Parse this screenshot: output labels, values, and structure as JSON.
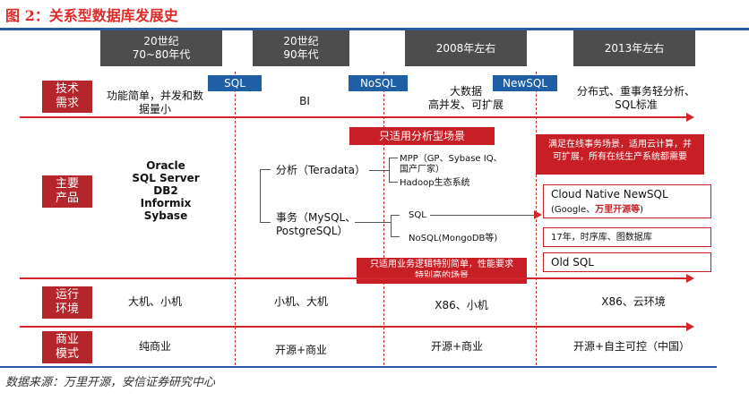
{
  "title": "图 2：关系型数据库发展史",
  "source": "数据来源：万里开源，安信证券研究中心",
  "eras": [
    {
      "line1": "20世纪",
      "line2": "70~80年代"
    },
    {
      "line1": "20世纪",
      "line2": "90年代"
    },
    {
      "line1": "2008年左右",
      "line2": ""
    },
    {
      "line1": "2013年左右",
      "line2": ""
    }
  ],
  "db_tags": [
    "SQL",
    "NoSQL",
    "NewSQL"
  ],
  "rows": {
    "tech": {
      "label": "技术\n需求",
      "cells": [
        "功能简单，并发和数\n据量小",
        "BI",
        "大数据\n高并发、可扩展",
        "分布式、重事务轻分析、\nSQL标准"
      ]
    },
    "products": {
      "label": "主要\n产品",
      "era1": "Oracle\nSQL Server\nDB2\nInformix\nSybase",
      "analysis": "分析（Teradata）",
      "transaction": "事务（MySQL、\nPostgreSQL）",
      "mpp": "MPP（GP、Sybase IQ、\n国产厂家）",
      "hadoop": "Hadoop生态系统",
      "sql": "SQL",
      "nosql": "NoSQL(MongoDB等)",
      "callout_analysis": "只适用分析型场景",
      "callout_simple": "只适用业务逻辑特别简单，性能要求\n特别高的场景",
      "callout_cloud": "满足在线事务场景，适用云计算，并\n可扩展，所有在线生产系统都需要",
      "cloud_native": "Cloud Native NewSQL",
      "cloud_native_sub_prefix": "(Google、",
      "cloud_native_sub_highlight": "万里开源等",
      "cloud_native_sub_suffix": ")",
      "timeseries": "17年，时序库、图数据库",
      "old_sql": "Old SQL"
    },
    "runtime": {
      "label": "运行\n环境",
      "cells": [
        "大机、小机",
        "小机、大机",
        "X86、小机",
        "X86、云环境"
      ]
    },
    "business": {
      "label": "商业\n模式",
      "cells": [
        "纯商业",
        "开源+商业",
        "开源+商业",
        "开源+自主可控（中国）"
      ]
    }
  },
  "colors": {
    "accent_red": "#c81f27",
    "rule_blue": "#2c5aa0",
    "tag_blue": "#1f5fa6",
    "era_gray": "#4d4d4d"
  }
}
